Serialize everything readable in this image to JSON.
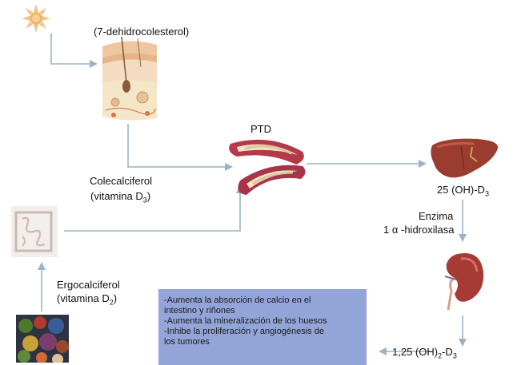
{
  "labels": {
    "provitamin": "(7-dehidrocolesterol)",
    "colecalciferol_line1": "Colecalciferol",
    "colecalciferol_line2": "(vitamina D",
    "colecalciferol_sub": "3",
    "colecalciferol_close": ")",
    "ptd": "PTD",
    "hydroxy25": "25 (OH)-D",
    "hydroxy25_sub": "3",
    "enzyme_line1": "Enzima",
    "enzyme_prefix": "1",
    "enzyme_alpha": "α",
    "enzyme_suffix": "-hidroxilasa",
    "ergo_line1": "Ergocalciferol",
    "ergo_line2": "(vitamina D",
    "ergo_sub": "2",
    "ergo_close": ")",
    "active_prefix": "1,25 (OH)",
    "active_sub1": "2",
    "active_mid": "-D",
    "active_sub2": "3"
  },
  "effects": [
    "-Aumenta la absorción de calcio en el",
    "intestino y riñones",
    "-Aumenta la mineralización de los huesos",
    "-Inhibe la proliferación y angiogénesis de",
    "los tumores"
  ],
  "colors": {
    "arrow": "#9bb3c4",
    "effects_box": "#93a5d8"
  },
  "icons": [
    "sun-icon",
    "skin-icon",
    "blood-vessel-icon",
    "liver-icon",
    "intestine-icon",
    "kidney-icon",
    "food-icon"
  ]
}
